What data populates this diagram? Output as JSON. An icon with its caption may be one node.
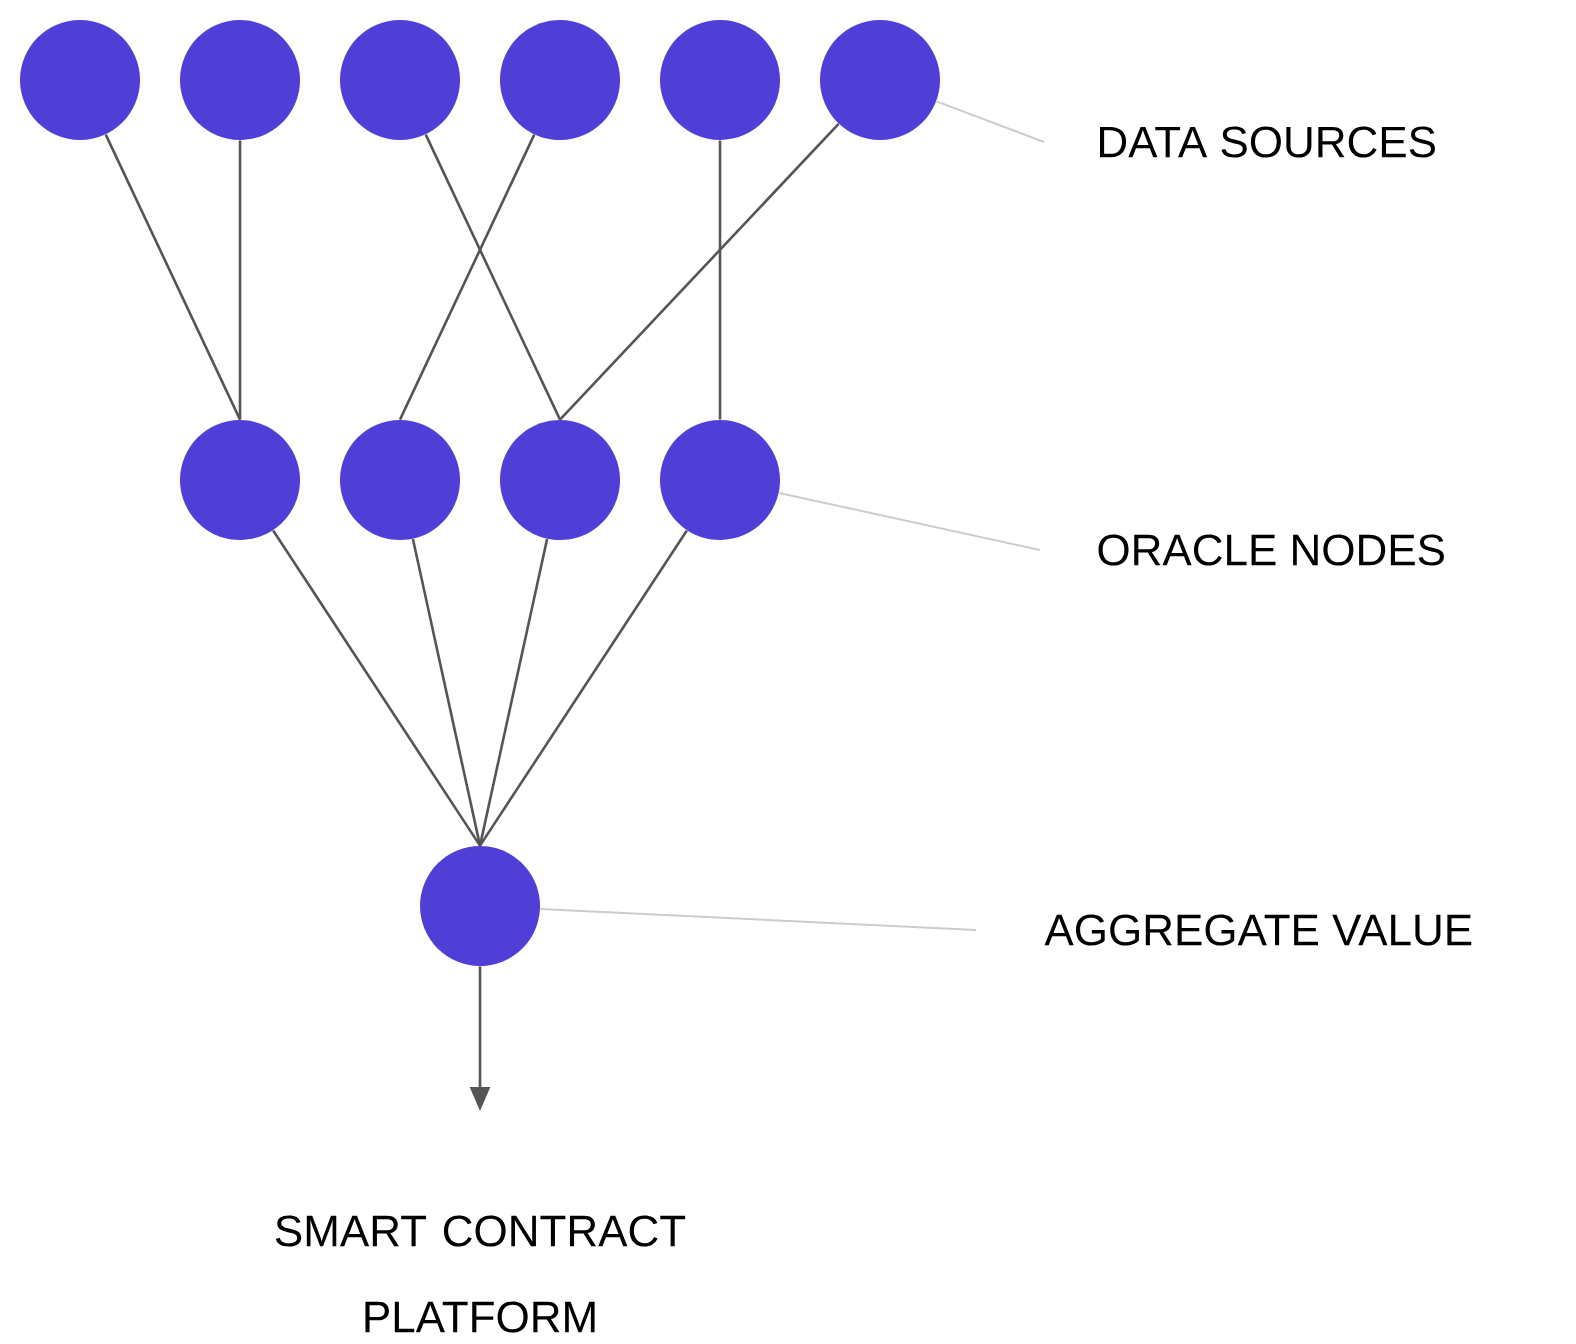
{
  "diagram": {
    "nodes": [
      {
        "text": [],
        "shape": "circle"
      },
      {
        "text": [],
        "shape": "circle"
      },
      {
        "text": [],
        "shape": "circle"
      },
      {
        "text": [],
        "shape": "circle"
      },
      {
        "text": [],
        "shape": "circle"
      },
      {
        "text": [],
        "shape": "circle"
      },
      {
        "text": [],
        "shape": "circle"
      },
      {
        "text": [],
        "shape": "circle"
      },
      {
        "text": [],
        "shape": "circle"
      },
      {
        "text": [],
        "shape": "circle"
      },
      {
        "text": [],
        "shape": "circle"
      },
      {
        "text": [
          "DATA SOURCES"
        ]
      },
      {
        "text": [
          "ORACLE NODES"
        ]
      },
      {
        "text": [
          "AGGREGATE VALUE"
        ]
      },
      {
        "text": [
          "SMART CONTRACT PLATFORM"
        ]
      }
    ],
    "edges": [
      {
        "from": 0,
        "to": 6,
        "arrow": "none"
      },
      {
        "from": 1,
        "to": 6,
        "arrow": "none"
      },
      {
        "from": 2,
        "to": 8,
        "arrow": "none"
      },
      {
        "from": 3,
        "to": 7,
        "arrow": "none"
      },
      {
        "from": 4,
        "to": 9,
        "arrow": "none"
      },
      {
        "from": 5,
        "to": 8,
        "arrow": "none"
      },
      {
        "from": 6,
        "to": 10,
        "arrow": "none"
      },
      {
        "from": 7,
        "to": 10,
        "arrow": "none"
      },
      {
        "from": 8,
        "to": 10,
        "arrow": "none"
      },
      {
        "from": 9,
        "to": 10,
        "arrow": "none"
      },
      {
        "from": 10,
        "to": 14,
        "arrow": "to"
      },
      {
        "from": 11,
        "to": 5,
        "arrow": "none",
        "color": "#cccccc"
      },
      {
        "from": 12,
        "to": 9,
        "arrow": "none",
        "color": "#cccccc"
      },
      {
        "from": 13,
        "to": 10,
        "arrow": "none",
        "color": "#cccccc"
      }
    ]
  }
}
